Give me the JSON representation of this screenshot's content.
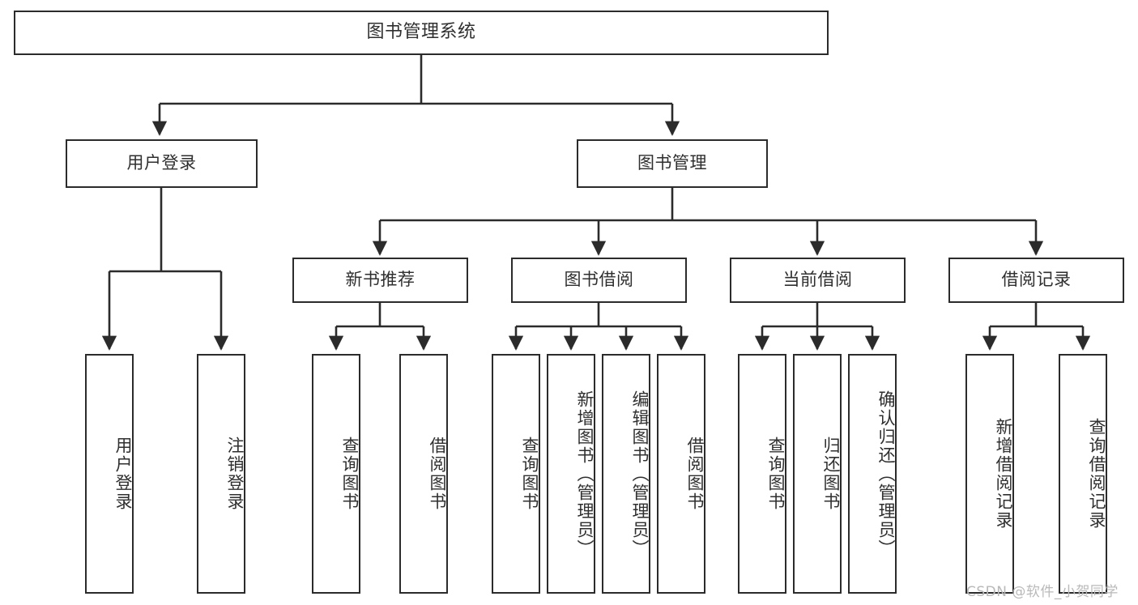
{
  "diagram": {
    "title": "图书管理系统",
    "type": "tree-hierarchy-chart",
    "colors": {
      "stroke": "#2b2b2b",
      "fill": "#ffffff",
      "text": "#2f2f2f",
      "watermark": "#b9b9b9"
    },
    "root": {
      "label": "图书管理系统"
    },
    "level2": [
      {
        "label": "用户登录"
      },
      {
        "label": "图书管理"
      }
    ],
    "level3": [
      {
        "label": "新书推荐"
      },
      {
        "label": "图书借阅"
      },
      {
        "label": "当前借阅"
      },
      {
        "label": "借阅记录"
      }
    ],
    "leaves": {
      "user_login": [
        {
          "label": "用户登录"
        },
        {
          "label": "注销登录"
        }
      ],
      "new_book_recommend": [
        {
          "label": "查询图书"
        },
        {
          "label": "借阅图书"
        }
      ],
      "book_borrow": [
        {
          "label": "查询图书"
        },
        {
          "label": "新增图书（管理员）"
        },
        {
          "label": "编辑图书（管理员）"
        },
        {
          "label": "借阅图书"
        }
      ],
      "current_borrow": [
        {
          "label": "查询图书"
        },
        {
          "label": "归还图书"
        },
        {
          "label": "确认归还（管理员）"
        }
      ],
      "borrow_record": [
        {
          "label": "新增借阅记录"
        },
        {
          "label": "查询借阅记录"
        }
      ]
    },
    "watermark": "CSDN @软件_小贺同学"
  }
}
